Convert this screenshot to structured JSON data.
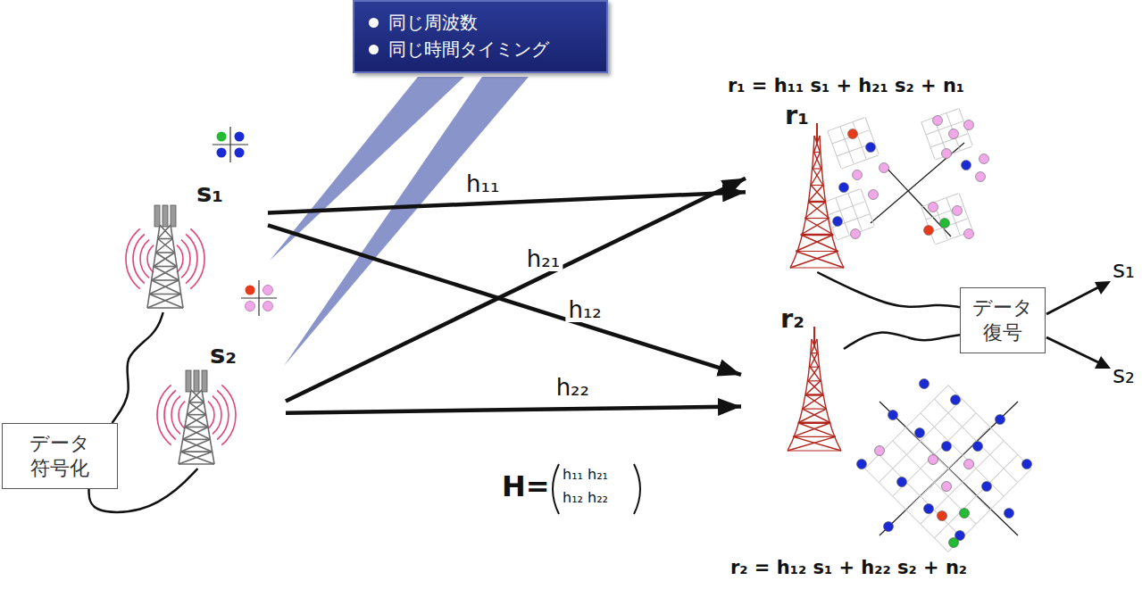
{
  "diagram": {
    "nodes": [
      {
        "text": [
          "同じ周波数",
          "同じ時間タイミング"
        ]
      },
      {
        "text": [
          "s₁"
        ]
      },
      {
        "text": [
          "s₂"
        ]
      },
      {
        "text": [
          "データ 符号化"
        ]
      },
      {
        "text": [
          "r₁"
        ]
      },
      {
        "text": [
          "r₂"
        ]
      },
      {
        "text": [
          "データ 復号"
        ]
      }
    ],
    "edges": [
      {
        "from": 1,
        "to": 4,
        "arrow": "to",
        "label": "h₁₁"
      },
      {
        "from": 2,
        "to": 4,
        "arrow": "to",
        "label": "h₂₁"
      },
      {
        "from": 1,
        "to": 5,
        "arrow": "to",
        "label": "h₁₂"
      },
      {
        "from": 2,
        "to": 5,
        "arrow": "to",
        "label": "h₂₂"
      },
      {
        "from": 3,
        "to": 1,
        "arrow": "none"
      },
      {
        "from": 3,
        "to": 2,
        "arrow": "none"
      },
      {
        "from": 4,
        "to": 6,
        "arrow": "none"
      },
      {
        "from": 5,
        "to": 6,
        "arrow": "none"
      }
    ],
    "labels": [
      "r₁ = h₁₁ s₁ + h₂₁ s₂ + n₁",
      "r₂ = h₁₂ s₁ + h₂₂ s₂ + n₂",
      "H=",
      "h₁₁ h₂₁",
      "h₁₂ h₂₂",
      "s₁",
      "s₂"
    ]
  }
}
